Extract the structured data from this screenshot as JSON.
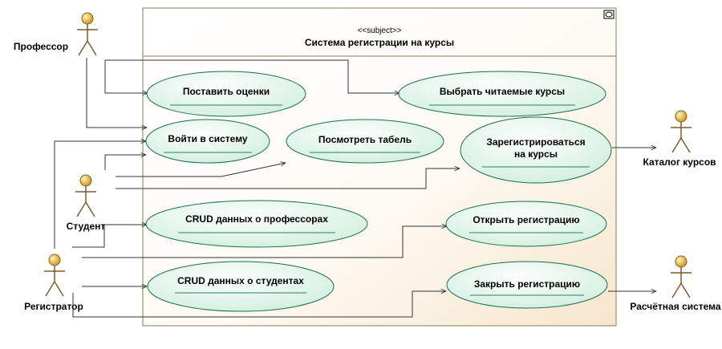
{
  "system": {
    "stereotype": "<<subject>>",
    "title": "Система регистрации на курсы"
  },
  "actors": {
    "professor": "Профессор",
    "student": "Студент",
    "registrar": "Регистратор",
    "catalog": "Каталог курсов",
    "billing": "Расчётная система"
  },
  "use_cases": {
    "grade": "Поставить оценки",
    "choose_courses": "Выбрать читаемые курсы",
    "login": "Войти в систему",
    "view_grades": "Посмотреть табель",
    "register_line1": "Зарегистрироваться",
    "register_line2": "на курсы",
    "crud_professors": "CRUD данных о профессорах",
    "open_registration": "Открыть регистрацию",
    "crud_students": "CRUD данных о студентах",
    "close_registration": "Закрыть регистрацию"
  },
  "colors": {
    "system_border": "#8b7d5a",
    "use_case_fill": "#d8f2e2",
    "use_case_border": "#1e6b4e",
    "actor_head": "#d4a52a"
  }
}
